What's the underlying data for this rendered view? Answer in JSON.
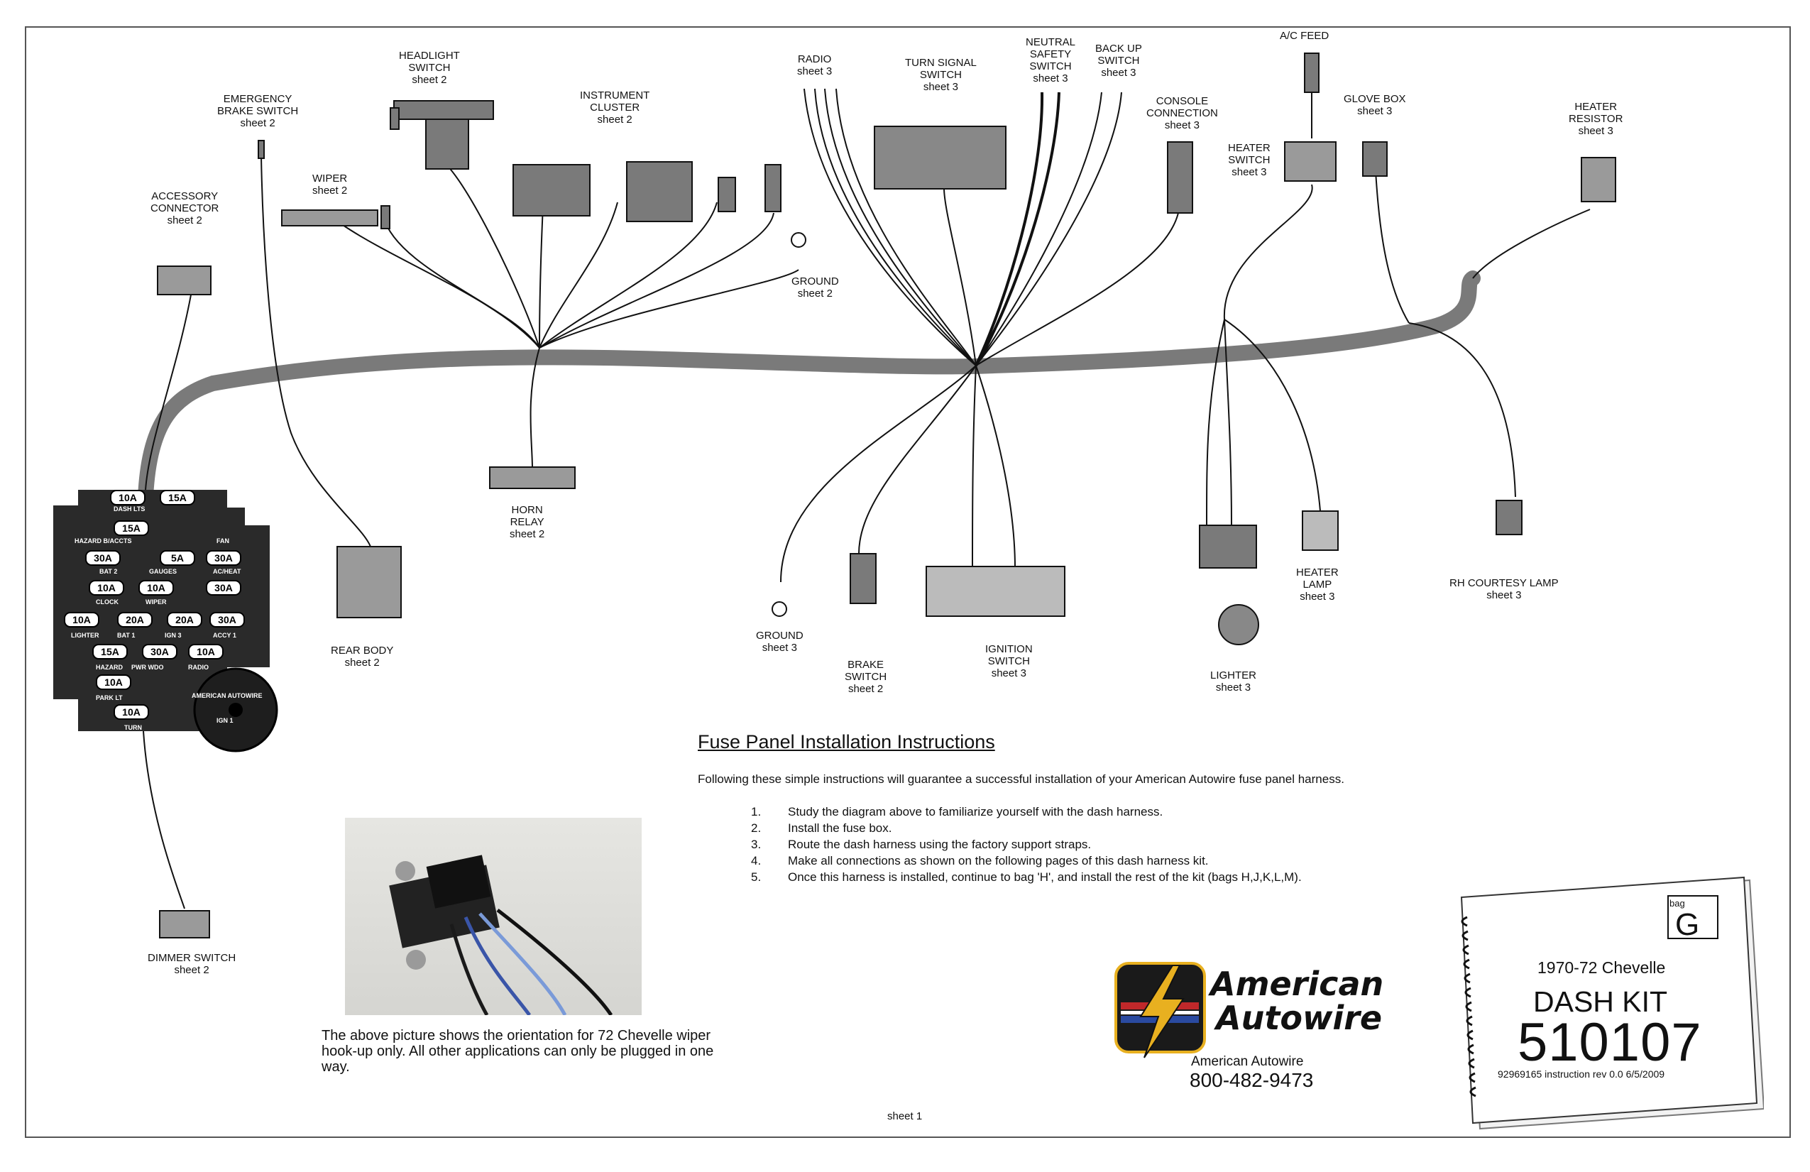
{
  "labels": {
    "headlight_switch": {
      "name": [
        "HEADLIGHT",
        "SWITCH"
      ],
      "sheet": "sheet 2"
    },
    "emergency_brake_switch": {
      "name": [
        "EMERGENCY",
        "BRAKE SWITCH"
      ],
      "sheet": "sheet 2"
    },
    "instrument_cluster": {
      "name": [
        "INSTRUMENT",
        "CLUSTER"
      ],
      "sheet": "sheet 2"
    },
    "wiper": {
      "name": [
        "WIPER"
      ],
      "sheet": "sheet 2"
    },
    "accessory_connector": {
      "name": [
        "ACCESSORY",
        "CONNECTOR"
      ],
      "sheet": "sheet 2"
    },
    "ground_2": {
      "name": [
        "GROUND"
      ],
      "sheet": "sheet 2"
    },
    "radio": {
      "name": [
        "RADIO"
      ],
      "sheet": "sheet 3"
    },
    "turn_signal_switch": {
      "name": [
        "TURN SIGNAL",
        "SWITCH"
      ],
      "sheet": "sheet 3"
    },
    "neutral_safety_switch": {
      "name": [
        "NEUTRAL",
        "SAFETY",
        "SWITCH"
      ],
      "sheet": "sheet 3"
    },
    "back_up_switch": {
      "name": [
        "BACK UP",
        "SWITCH"
      ],
      "sheet": "sheet 3"
    },
    "console_connection": {
      "name": [
        "CONSOLE",
        "CONNECTION"
      ],
      "sheet": "sheet 3"
    },
    "ac_feed": {
      "name": [
        "A/C FEED"
      ],
      "sheet": ""
    },
    "heater_switch": {
      "name": [
        "HEATER",
        "SWITCH"
      ],
      "sheet": "sheet 3"
    },
    "glove_box": {
      "name": [
        "GLOVE BOX"
      ],
      "sheet": "sheet 3"
    },
    "heater_resistor": {
      "name": [
        "HEATER",
        "RESISTOR"
      ],
      "sheet": "sheet 3"
    },
    "horn_relay": {
      "name": [
        "HORN",
        "RELAY"
      ],
      "sheet": "sheet 2"
    },
    "rear_body": {
      "name": [
        "REAR BODY"
      ],
      "sheet": "sheet 2"
    },
    "ground_3": {
      "name": [
        "GROUND"
      ],
      "sheet": "sheet 3"
    },
    "brake_switch": {
      "name": [
        "BRAKE",
        "SWITCH"
      ],
      "sheet": "sheet 2"
    },
    "ignition_switch": {
      "name": [
        "IGNITION",
        "SWITCH"
      ],
      "sheet": "sheet 3"
    },
    "lighter": {
      "name": [
        "LIGHTER"
      ],
      "sheet": "sheet 3"
    },
    "heater_lamp": {
      "name": [
        "HEATER",
        "LAMP"
      ],
      "sheet": "sheet 3"
    },
    "rh_courtesy_lamp": {
      "name": [
        "RH COURTESY LAMP"
      ],
      "sheet": "sheet 3"
    },
    "dimmer_switch": {
      "name": [
        "DIMMER SWITCH"
      ],
      "sheet": "sheet 2"
    }
  },
  "fuse_panel": {
    "fuses": [
      "10A",
      "15A",
      "15A",
      "30A",
      "5A",
      "30A",
      "10A",
      "10A",
      "30A",
      "10A",
      "20A",
      "20A",
      "30A",
      "15A",
      "30A",
      "10A",
      "10A",
      "10A"
    ],
    "circuit_labels": [
      "DASH LTS",
      "HAZARD B/ACCTS",
      "FAN",
      "BAT 2",
      "GAUGES",
      "AC/HEAT",
      "CLOCK",
      "WIPER",
      "LIGHTER",
      "BAT 1",
      "IGN 3",
      "ACCY 1",
      "HAZARD",
      "PWR WDO",
      "RADIO",
      "PARK LT",
      "AMERICAN AUTOWIRE",
      "TURN",
      "IGN 1"
    ]
  },
  "instructions": {
    "title": "Fuse Panel Installation Instructions",
    "intro": "Following these simple instructions will guarantee a successful installation of your American Autowire fuse panel harness.",
    "steps": [
      {
        "num": "1.",
        "text": "Study the diagram above to familiarize yourself with the dash harness."
      },
      {
        "num": "2.",
        "text": "Install the fuse box."
      },
      {
        "num": "3.",
        "text": "Route the dash harness using the factory support straps."
      },
      {
        "num": "4.",
        "text": "Make all connections as shown on the following pages of this dash harness kit."
      },
      {
        "num": "5.",
        "text": "Once this harness is installed, continue to bag 'H', and install the rest of the kit (bags H,J,K,L,M)."
      }
    ]
  },
  "photo_caption": "The above picture shows the orientation for 72 Chevelle wiper hook-up only. All other applications can only be plugged in one way.",
  "logo": {
    "line1": "American",
    "line2": "Autowire"
  },
  "company": {
    "name": "American Autowire",
    "phone": "800-482-9473"
  },
  "sheet_number": "sheet 1",
  "booklet": {
    "bag_label": "bag",
    "bag_letter": "G",
    "model": "1970-72 Chevelle",
    "kit_name": "DASH KIT",
    "kit_number": "510107",
    "revision": "92969165 instruction  rev 0.0 6/5/2009"
  },
  "colors": {
    "harness": "#7a7a7a",
    "connector": "#6b6b6b",
    "fuse_panel": "#2a2a2a",
    "logo_bg": "#1a1a1a",
    "logo_gold": "#e8b020"
  }
}
